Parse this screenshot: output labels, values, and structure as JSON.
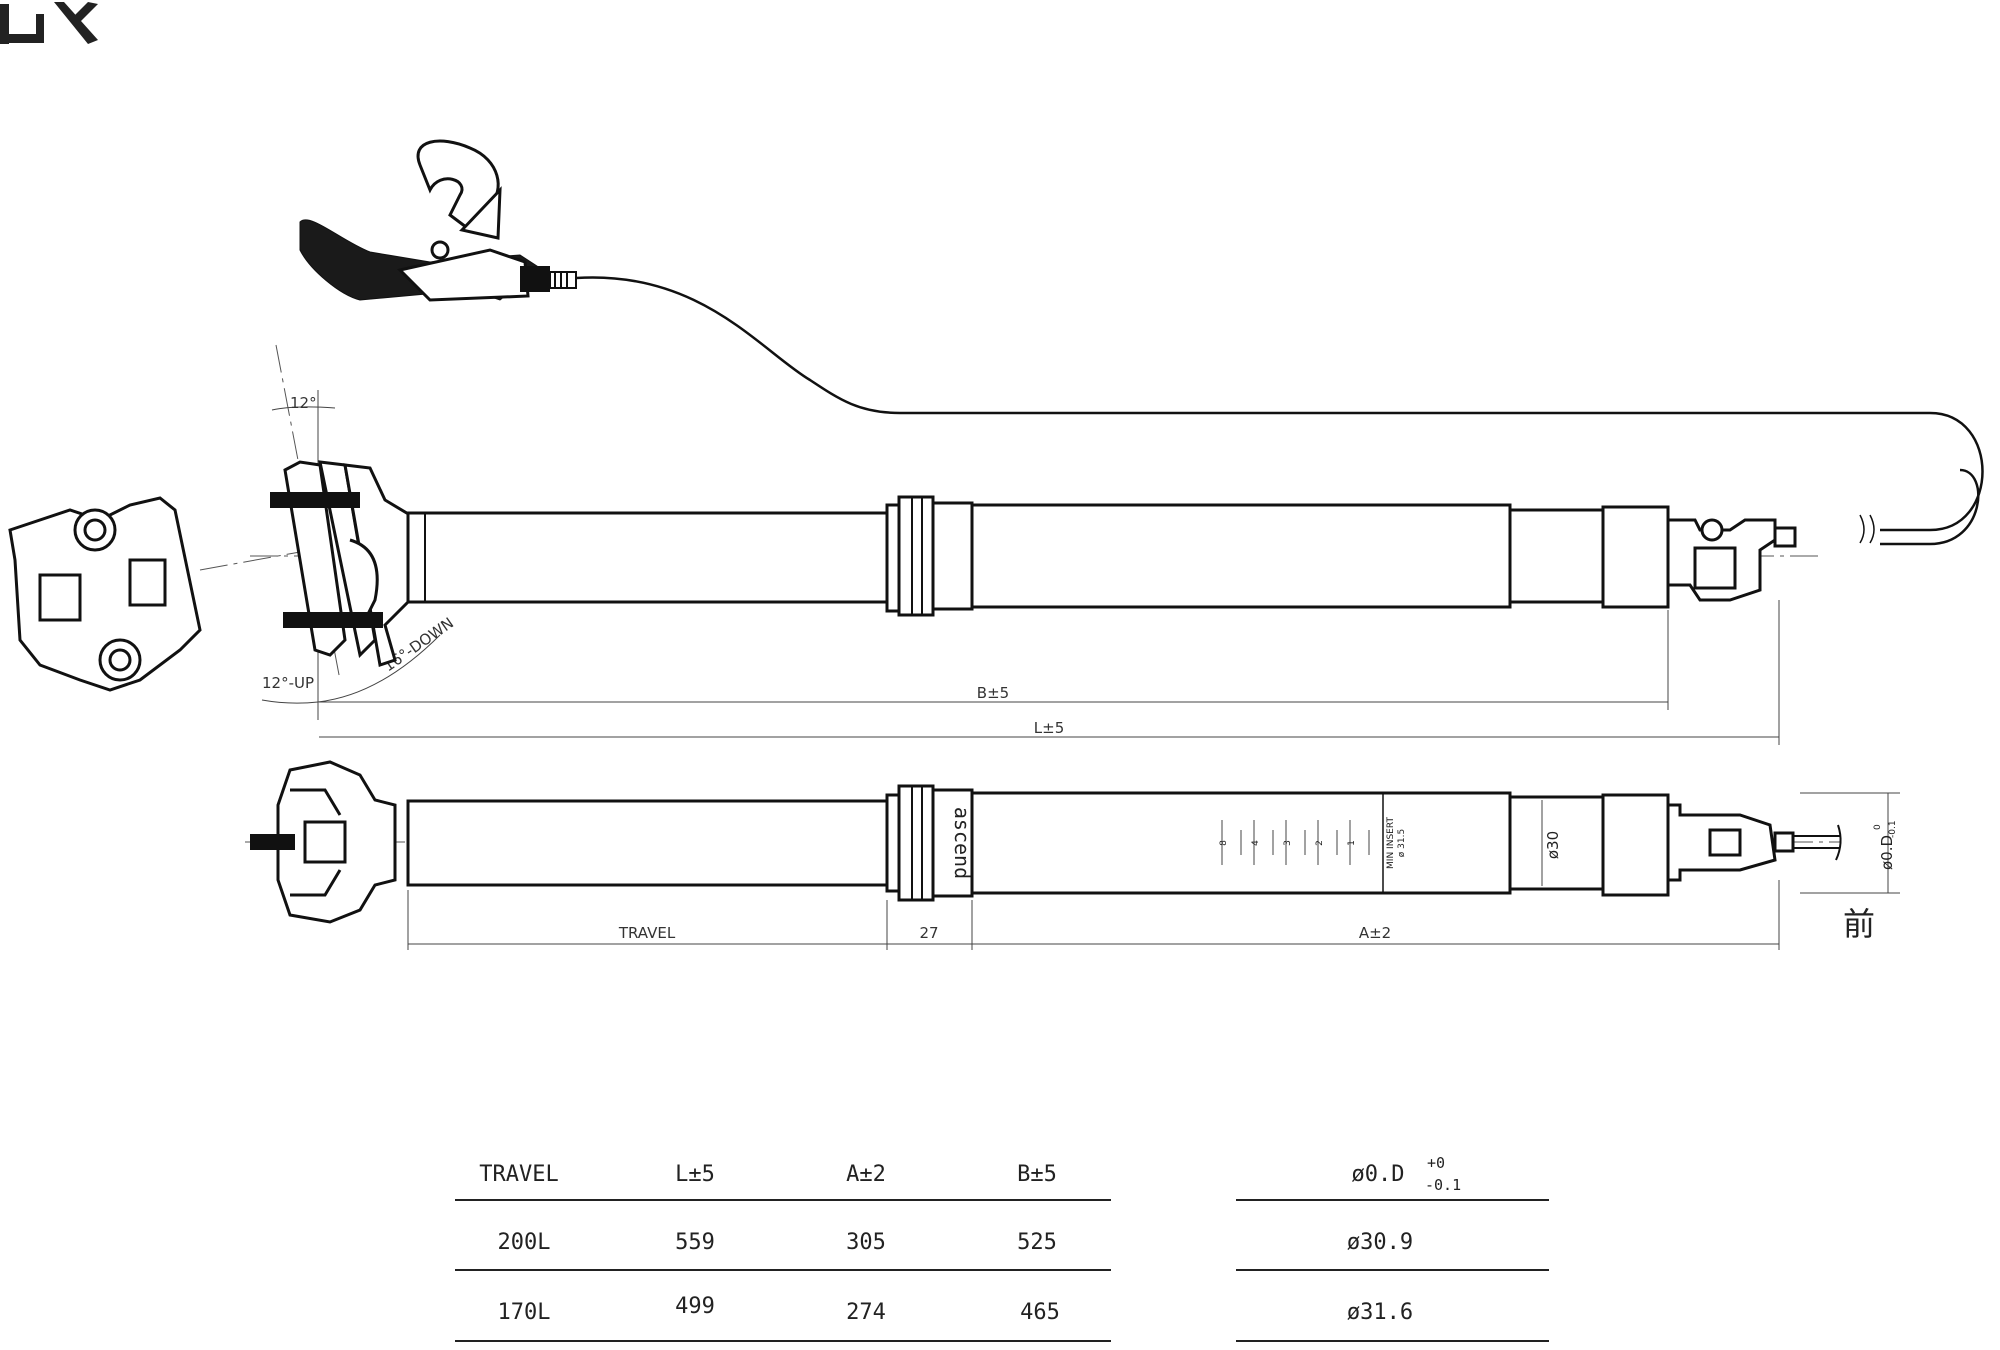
{
  "brand": "GX",
  "drawing": {
    "angles": {
      "tilt": "12°",
      "up": "12°-UP",
      "down": "16°-DOWN"
    },
    "dimensions": {
      "b": "B±5",
      "l": "L±5",
      "travel": "TRAVEL",
      "collar": "27",
      "a": "A±2",
      "inner_dia": "ø30",
      "outer_dia": "ø0.D",
      "outer_tol_upper": "0",
      "outer_tol_lower": "-0.1",
      "front_mark": "前"
    },
    "collar_logo": "ascend",
    "insert_label": "MIN INSERT",
    "insert_value": "ø 31.5",
    "scale_marks": [
      "8",
      "4",
      "3",
      "2",
      "1"
    ]
  },
  "spec_table": {
    "headers": [
      "TRAVEL",
      "L±5",
      "A±2",
      "B±5"
    ],
    "rows": [
      [
        "200L",
        "559",
        "305",
        "525"
      ],
      [
        "170L",
        "499",
        "274",
        "465"
      ]
    ]
  },
  "od_table": {
    "header": "ø0.D",
    "tol_upper": "+0",
    "tol_lower": "-0.1",
    "rows": [
      "ø30.9",
      "ø31.6"
    ]
  }
}
